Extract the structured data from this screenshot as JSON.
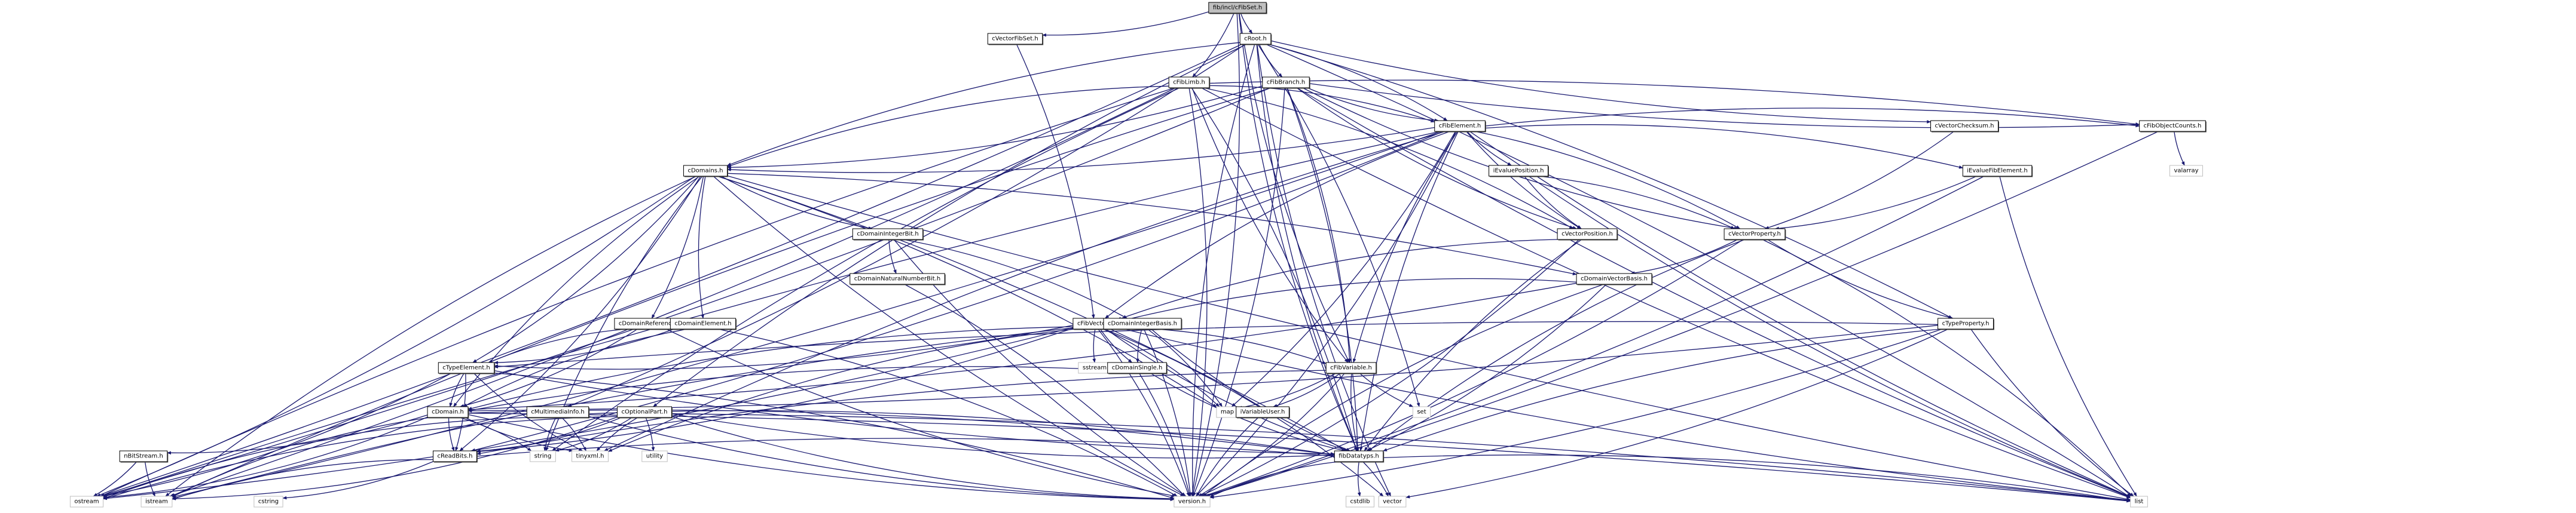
{
  "title": "fib/incl/cFibSet.h include dependency graph",
  "colors": {
    "edge": "#191970",
    "root_fill": "#bfbfbf",
    "project_border": "#000000",
    "external_border": "#bfbfbf"
  },
  "nodes": [
    {
      "id": "cFibSet",
      "label": "fib/incl/cFibSet.h",
      "kind": "root"
    },
    {
      "id": "cVectorFibSet",
      "label": "cVectorFibSet.h",
      "kind": "project"
    },
    {
      "id": "cRoot",
      "label": "cRoot.h",
      "kind": "project"
    },
    {
      "id": "cFibLimb",
      "label": "cFibLimb.h",
      "kind": "project"
    },
    {
      "id": "cFibBranch",
      "label": "cFibBranch.h",
      "kind": "project"
    },
    {
      "id": "cFibElement",
      "label": "cFibElement.h",
      "kind": "project"
    },
    {
      "id": "cVectorChecksum",
      "label": "cVectorChecksum.h",
      "kind": "project"
    },
    {
      "id": "cFibObjectCounts",
      "label": "cFibObjectCounts.h",
      "kind": "project"
    },
    {
      "id": "valarray",
      "label": "valarray",
      "kind": "external"
    },
    {
      "id": "cDomains",
      "label": "cDomains.h",
      "kind": "project"
    },
    {
      "id": "iEvaluePosition",
      "label": "iEvaluePosition.h",
      "kind": "project"
    },
    {
      "id": "iEvalueFibElement",
      "label": "iEvalueFibElement.h",
      "kind": "project"
    },
    {
      "id": "cDomainIntegerBit",
      "label": "cDomainIntegerBit.h",
      "kind": "project"
    },
    {
      "id": "cVectorPosition",
      "label": "cVectorPosition.h",
      "kind": "project"
    },
    {
      "id": "cVectorProperty",
      "label": "cVectorProperty.h",
      "kind": "project"
    },
    {
      "id": "cDomainNaturalNumberBit",
      "label": "cDomainNaturalNumberBit.h",
      "kind": "project"
    },
    {
      "id": "cDomainVectorBasis",
      "label": "cDomainVectorBasis.h",
      "kind": "project"
    },
    {
      "id": "cDomainReference",
      "label": "cDomainReference.h",
      "kind": "project"
    },
    {
      "id": "cDomainElement",
      "label": "cDomainElement.h",
      "kind": "project"
    },
    {
      "id": "cFibVector",
      "label": "cFibVector.h",
      "kind": "project"
    },
    {
      "id": "cDomainIntegerBasis",
      "label": "cDomainIntegerBasis.h",
      "kind": "project"
    },
    {
      "id": "cTypeProperty",
      "label": "cTypeProperty.h",
      "kind": "project"
    },
    {
      "id": "cTypeElement",
      "label": "cTypeElement.h",
      "kind": "project"
    },
    {
      "id": "sstream",
      "label": "sstream",
      "kind": "external"
    },
    {
      "id": "cDomainSingle",
      "label": "cDomainSingle.h",
      "kind": "project"
    },
    {
      "id": "cFibVariable",
      "label": "cFibVariable.h",
      "kind": "project"
    },
    {
      "id": "cDomain",
      "label": "cDomain.h",
      "kind": "project"
    },
    {
      "id": "cMultimediaInfo",
      "label": "cMultimediaInfo.h",
      "kind": "project"
    },
    {
      "id": "cOptionalPart",
      "label": "cOptionalPart.h",
      "kind": "project"
    },
    {
      "id": "map",
      "label": "map",
      "kind": "external"
    },
    {
      "id": "iVariableUser",
      "label": "iVariableUser.h",
      "kind": "project"
    },
    {
      "id": "set",
      "label": "set",
      "kind": "external"
    },
    {
      "id": "nBitStream",
      "label": "nBitStream.h",
      "kind": "project"
    },
    {
      "id": "cReadBits",
      "label": "cReadBits.h",
      "kind": "project"
    },
    {
      "id": "string",
      "label": "string",
      "kind": "external"
    },
    {
      "id": "tinyxml",
      "label": "tinyxml.h",
      "kind": "external"
    },
    {
      "id": "utility",
      "label": "utility",
      "kind": "external"
    },
    {
      "id": "fibDatatyps",
      "label": "fibDatatyps.h",
      "kind": "project"
    },
    {
      "id": "ostream",
      "label": "ostream",
      "kind": "external"
    },
    {
      "id": "istream",
      "label": "istream",
      "kind": "external"
    },
    {
      "id": "cstring",
      "label": "cstring",
      "kind": "external"
    },
    {
      "id": "version",
      "label": "version.h",
      "kind": "external"
    },
    {
      "id": "cstdlib",
      "label": "cstdlib",
      "kind": "external"
    },
    {
      "id": "vector",
      "label": "vector",
      "kind": "external"
    },
    {
      "id": "list",
      "label": "list",
      "kind": "external"
    }
  ],
  "edges": [
    [
      "cFibSet",
      "cVectorFibSet"
    ],
    [
      "cFibSet",
      "cRoot"
    ],
    [
      "cFibSet",
      "cFibLimb"
    ],
    [
      "cFibSet",
      "cFibVariable"
    ],
    [
      "cFibSet",
      "version"
    ],
    [
      "cFibSet",
      "fibDatatyps"
    ],
    [
      "cVectorFibSet",
      "cFibVector"
    ],
    [
      "cRoot",
      "cFibBranch"
    ],
    [
      "cRoot",
      "cFibElement"
    ],
    [
      "cRoot",
      "cDomains"
    ],
    [
      "cRoot",
      "cMultimediaInfo"
    ],
    [
      "cRoot",
      "cOptionalPart"
    ],
    [
      "cRoot",
      "cTypeProperty"
    ],
    [
      "cRoot",
      "cVectorChecksum"
    ],
    [
      "cRoot",
      "list"
    ],
    [
      "cRoot",
      "fibDatatyps"
    ],
    [
      "cRoot",
      "set"
    ],
    [
      "cRoot",
      "version"
    ],
    [
      "cRoot",
      "ostream"
    ],
    [
      "cRoot",
      "vector"
    ],
    [
      "cFibLimb",
      "cFibElement"
    ],
    [
      "cFibLimb",
      "cDomains"
    ],
    [
      "cFibLimb",
      "cVectorPosition"
    ],
    [
      "cFibLimb",
      "cFibVariable"
    ],
    [
      "cFibLimb",
      "version"
    ],
    [
      "cFibLimb",
      "list"
    ],
    [
      "cFibLimb",
      "fibDatatyps"
    ],
    [
      "cFibLimb",
      "string"
    ],
    [
      "cFibLimb",
      "istream"
    ],
    [
      "cFibLimb",
      "ostream"
    ],
    [
      "cFibLimb",
      "cFibObjectCounts"
    ],
    [
      "cFibBranch",
      "cFibElement"
    ],
    [
      "cFibBranch",
      "cDomains"
    ],
    [
      "cFibBranch",
      "cVectorPosition"
    ],
    [
      "cFibBranch",
      "cFibVariable"
    ],
    [
      "cFibBranch",
      "cVectorProperty"
    ],
    [
      "cFibBranch",
      "fibDatatyps"
    ],
    [
      "cFibBranch",
      "list"
    ],
    [
      "cFibBranch",
      "version"
    ],
    [
      "cFibBranch",
      "istream"
    ],
    [
      "cFibBranch",
      "ostream"
    ],
    [
      "cFibBranch",
      "cFibObjectCounts"
    ],
    [
      "cFibElement",
      "cDomains"
    ],
    [
      "cFibElement",
      "iEvaluePosition"
    ],
    [
      "cFibElement",
      "iEvalueFibElement"
    ],
    [
      "cFibElement",
      "cVectorPosition"
    ],
    [
      "cFibElement",
      "cVectorProperty"
    ],
    [
      "cFibElement",
      "cFibVariable"
    ],
    [
      "cFibElement",
      "cFibObjectCounts"
    ],
    [
      "cFibElement",
      "fibDatatyps"
    ],
    [
      "cFibElement",
      "version"
    ],
    [
      "cFibElement",
      "list"
    ],
    [
      "cFibElement",
      "map"
    ],
    [
      "cFibElement",
      "tinyxml"
    ],
    [
      "cFibElement",
      "cReadBits"
    ],
    [
      "cFibElement",
      "ostream"
    ],
    [
      "cFibElement",
      "istream"
    ],
    [
      "cFibElement",
      "cFibVector"
    ],
    [
      "cVectorChecksum",
      "cVectorProperty"
    ],
    [
      "cFibObjectCounts",
      "valarray"
    ],
    [
      "cFibObjectCounts",
      "version"
    ],
    [
      "cDomains",
      "cDomainIntegerBit"
    ],
    [
      "cDomains",
      "cDomainReference"
    ],
    [
      "cDomains",
      "cDomainElement"
    ],
    [
      "cDomains",
      "cTypeElement"
    ],
    [
      "cDomains",
      "cDomain"
    ],
    [
      "cDomains",
      "cReadBits"
    ],
    [
      "cDomains",
      "version"
    ],
    [
      "cDomains",
      "fibDatatyps"
    ],
    [
      "cDomains",
      "list"
    ],
    [
      "cDomains",
      "map"
    ],
    [
      "cDomains",
      "string"
    ],
    [
      "cDomains",
      "ostream"
    ],
    [
      "cDomains",
      "istream"
    ],
    [
      "cDomains",
      "cDomainVectorBasis"
    ],
    [
      "iEvaluePosition",
      "cVectorPosition"
    ],
    [
      "iEvaluePosition",
      "cVectorProperty"
    ],
    [
      "iEvaluePosition",
      "list"
    ],
    [
      "iEvalueFibElement",
      "cVectorProperty"
    ],
    [
      "iEvalueFibElement",
      "list"
    ],
    [
      "iEvalueFibElement",
      "version"
    ],
    [
      "cDomainIntegerBit",
      "cDomainNaturalNumberBit"
    ],
    [
      "cDomainIntegerBit",
      "cDomainIntegerBasis"
    ],
    [
      "cDomainIntegerBit",
      "version"
    ],
    [
      "cDomainNaturalNumberBit",
      "version"
    ],
    [
      "cVectorPosition",
      "cFibVector"
    ],
    [
      "cVectorPosition",
      "version"
    ],
    [
      "cVectorPosition",
      "fibDatatyps"
    ],
    [
      "cVectorProperty",
      "cDomainVectorBasis"
    ],
    [
      "cVectorProperty",
      "cTypeProperty"
    ],
    [
      "cVectorProperty",
      "version"
    ],
    [
      "cVectorProperty",
      "fibDatatyps"
    ],
    [
      "cVectorProperty",
      "list"
    ],
    [
      "cDomainVectorBasis",
      "cFibVector"
    ],
    [
      "cDomainVectorBasis",
      "cDomain"
    ],
    [
      "cDomainVectorBasis",
      "version"
    ],
    [
      "cDomainVectorBasis",
      "fibDatatyps"
    ],
    [
      "cDomainReference",
      "cTypeElement"
    ],
    [
      "cDomainReference",
      "cDomain"
    ],
    [
      "cDomainReference",
      "version"
    ],
    [
      "cDomainElement",
      "cTypeElement"
    ],
    [
      "cDomainElement",
      "cDomain"
    ],
    [
      "cDomainElement",
      "version"
    ],
    [
      "cFibVector",
      "cDomainSingle"
    ],
    [
      "cFibVector",
      "cFibVariable"
    ],
    [
      "cFibVector",
      "sstream"
    ],
    [
      "cFibVector",
      "cTypeElement"
    ],
    [
      "cFibVector",
      "cDomain"
    ],
    [
      "cFibVector",
      "cReadBits"
    ],
    [
      "cFibVector",
      "fibDatatyps"
    ],
    [
      "cFibVector",
      "version"
    ],
    [
      "cFibVector",
      "list"
    ],
    [
      "cFibVector",
      "vector"
    ],
    [
      "cFibVector",
      "tinyxml"
    ],
    [
      "cFibVector",
      "ostream"
    ],
    [
      "cFibVector",
      "istream"
    ],
    [
      "cFibVector",
      "map"
    ],
    [
      "cDomainIntegerBasis",
      "cDomainSingle"
    ],
    [
      "cDomainIntegerBasis",
      "version"
    ],
    [
      "cDomainIntegerBasis",
      "fibDatatyps"
    ],
    [
      "cDomainIntegerBasis",
      "map"
    ],
    [
      "cTypeProperty",
      "cTypeElement"
    ],
    [
      "cTypeProperty",
      "cDomain"
    ],
    [
      "cTypeProperty",
      "fibDatatyps"
    ],
    [
      "cTypeProperty",
      "version"
    ],
    [
      "cTypeProperty",
      "list"
    ],
    [
      "cTypeProperty",
      "vector"
    ],
    [
      "cTypeElement",
      "cDomain"
    ],
    [
      "cTypeElement",
      "cReadBits"
    ],
    [
      "cTypeElement",
      "fibDatatyps"
    ],
    [
      "cTypeElement",
      "version"
    ],
    [
      "cTypeElement",
      "tinyxml"
    ],
    [
      "cTypeElement",
      "ostream"
    ],
    [
      "cDomainSingle",
      "cDomain"
    ],
    [
      "cDomainSingle",
      "version"
    ],
    [
      "cDomainSingle",
      "fibDatatyps"
    ],
    [
      "cFibVariable",
      "iVariableUser"
    ],
    [
      "cFibVariable",
      "fibDatatyps"
    ],
    [
      "cFibVariable",
      "version"
    ],
    [
      "cFibVariable",
      "set"
    ],
    [
      "cFibVariable",
      "map"
    ],
    [
      "cFibVariable",
      "cReadBits"
    ],
    [
      "cDomain",
      "nBitStream"
    ],
    [
      "cDomain",
      "cReadBits"
    ],
    [
      "cDomain",
      "string"
    ],
    [
      "cDomain",
      "tinyxml"
    ],
    [
      "cDomain",
      "fibDatatyps"
    ],
    [
      "cDomain",
      "version"
    ],
    [
      "cDomain",
      "ostream"
    ],
    [
      "cDomain",
      "istream"
    ],
    [
      "cDomain",
      "list"
    ],
    [
      "cMultimediaInfo",
      "string"
    ],
    [
      "cMultimediaInfo",
      "tinyxml"
    ],
    [
      "cMultimediaInfo",
      "version"
    ],
    [
      "cMultimediaInfo",
      "fibDatatyps"
    ],
    [
      "cMultimediaInfo",
      "ostream"
    ],
    [
      "cOptionalPart",
      "string"
    ],
    [
      "cOptionalPart",
      "tinyxml"
    ],
    [
      "cOptionalPart",
      "utility"
    ],
    [
      "cOptionalPart",
      "version"
    ],
    [
      "cOptionalPart",
      "cReadBits"
    ],
    [
      "cOptionalPart",
      "fibDatatyps"
    ],
    [
      "cOptionalPart",
      "list"
    ],
    [
      "cOptionalPart",
      "ostream"
    ],
    [
      "cOptionalPart",
      "istream"
    ],
    [
      "iVariableUser",
      "version"
    ],
    [
      "nBitStream",
      "ostream"
    ],
    [
      "nBitStream",
      "istream"
    ],
    [
      "cReadBits",
      "cstring"
    ],
    [
      "cReadBits",
      "istream"
    ],
    [
      "cReadBits",
      "fibDatatyps"
    ],
    [
      "fibDatatyps",
      "cstdlib"
    ],
    [
      "fibDatatyps",
      "vector"
    ],
    [
      "fibDatatyps",
      "version"
    ],
    [
      "fibDatatyps",
      "list"
    ]
  ]
}
